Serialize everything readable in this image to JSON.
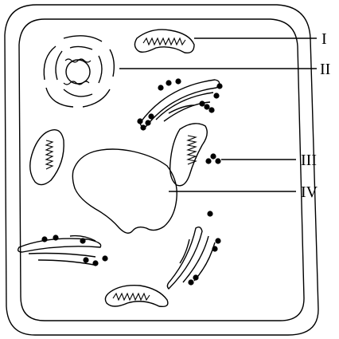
{
  "labels": {
    "l1": "I",
    "l2": "II",
    "l3": "III",
    "l4": "IV"
  }
}
